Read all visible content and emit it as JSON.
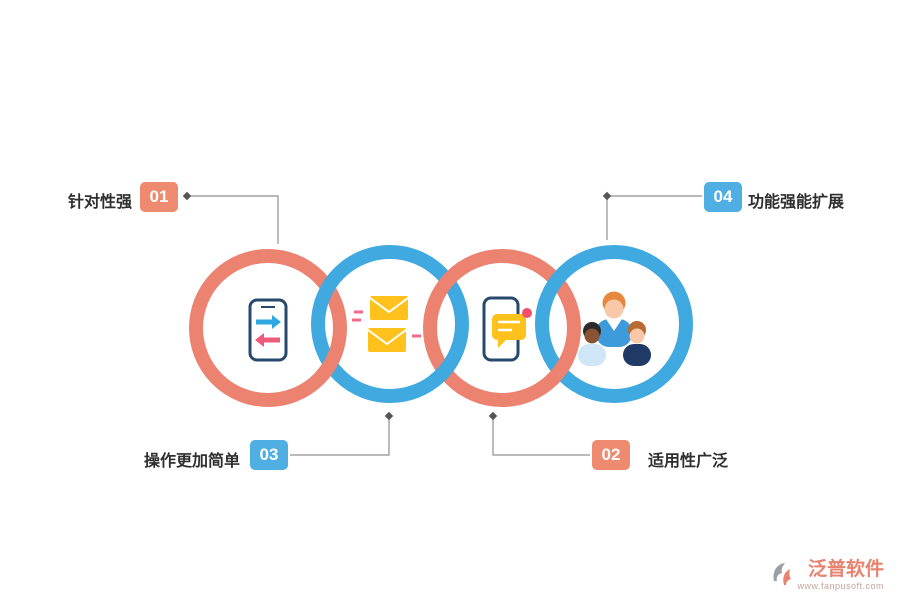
{
  "features": [
    {
      "id": "01",
      "label": "针对性强",
      "position": "top-left",
      "badge_color": "#ee8a70",
      "icon": "smartphone-transfer-icon"
    },
    {
      "id": "02",
      "label": "适用性广泛",
      "position": "bottom-right",
      "badge_color": "#ee8a70",
      "icon": "smartphone-message-icon"
    },
    {
      "id": "03",
      "label": "操作更加简单",
      "position": "bottom-left",
      "badge_color": "#4fafe3",
      "icon": "mail-icon"
    },
    {
      "id": "04",
      "label": "功能强能扩展",
      "position": "top-right",
      "badge_color": "#4fafe3",
      "icon": "team-icon"
    }
  ],
  "rings": [
    {
      "index": 1,
      "color": "#ec8270"
    },
    {
      "index": 2,
      "color": "#3fa9e0"
    },
    {
      "index": 3,
      "color": "#ec8270"
    },
    {
      "index": 4,
      "color": "#3fa9e0"
    }
  ],
  "logo": {
    "name": "泛普软件",
    "url": "www.fanpusoft.com",
    "color": "#e8826e"
  }
}
